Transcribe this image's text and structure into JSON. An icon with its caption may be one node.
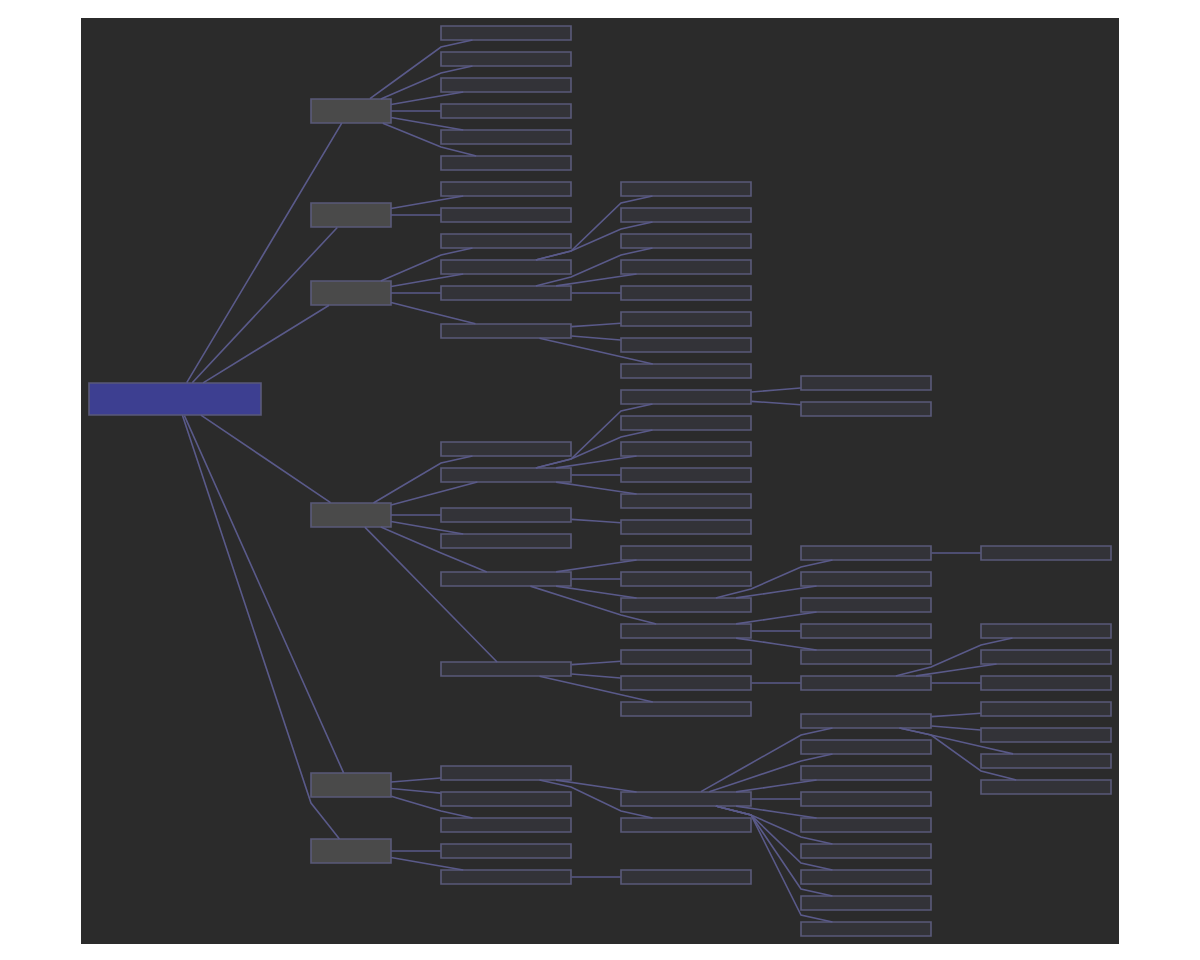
{
  "diagram": {
    "nodes": [
      {
        "text": [],
        "shape": "box"
      },
      {
        "text": [],
        "shape": "box"
      },
      {
        "text": [],
        "shape": "box"
      },
      {
        "text": [],
        "shape": "box"
      },
      {
        "text": [],
        "shape": "box"
      },
      {
        "text": [],
        "shape": "box"
      },
      {
        "text": [],
        "shape": "box"
      },
      {
        "text": [],
        "shape": "box"
      },
      {
        "text": [],
        "shape": "box"
      },
      {
        "text": [],
        "shape": "box"
      },
      {
        "text": [],
        "shape": "box"
      },
      {
        "text": [],
        "shape": "box"
      },
      {
        "text": [],
        "shape": "box"
      },
      {
        "text": [],
        "shape": "box"
      },
      {
        "text": [],
        "shape": "box"
      },
      {
        "text": [],
        "shape": "box"
      },
      {
        "text": [],
        "shape": "box"
      },
      {
        "text": [],
        "shape": "box"
      },
      {
        "text": [],
        "shape": "box"
      },
      {
        "text": [],
        "shape": "box"
      },
      {
        "text": [],
        "shape": "box"
      },
      {
        "text": [],
        "shape": "box"
      },
      {
        "text": [],
        "shape": "box"
      },
      {
        "text": [],
        "shape": "box"
      },
      {
        "text": [],
        "shape": "box"
      },
      {
        "text": [],
        "shape": "box"
      },
      {
        "text": [],
        "shape": "box"
      },
      {
        "text": [],
        "shape": "box"
      },
      {
        "text": [],
        "shape": "box"
      },
      {
        "text": [],
        "shape": "box"
      },
      {
        "text": [],
        "shape": "box"
      },
      {
        "text": [],
        "shape": "box"
      },
      {
        "text": [],
        "shape": "box"
      },
      {
        "text": [],
        "shape": "box"
      },
      {
        "text": [],
        "shape": "box"
      },
      {
        "text": [],
        "shape": "box"
      },
      {
        "text": [],
        "shape": "box"
      },
      {
        "text": [],
        "shape": "box"
      },
      {
        "text": [],
        "shape": "box"
      },
      {
        "text": [],
        "shape": "box"
      },
      {
        "text": [],
        "shape": "box"
      },
      {
        "text": [],
        "shape": "box"
      },
      {
        "text": [],
        "shape": "box"
      },
      {
        "text": [],
        "shape": "box"
      },
      {
        "text": [],
        "shape": "box"
      },
      {
        "text": [],
        "shape": "box"
      },
      {
        "text": [],
        "shape": "box"
      },
      {
        "text": [],
        "shape": "box"
      },
      {
        "text": [],
        "shape": "box"
      },
      {
        "text": [],
        "shape": "box"
      },
      {
        "text": [],
        "shape": "box"
      },
      {
        "text": [],
        "shape": "box"
      },
      {
        "text": [],
        "shape": "box"
      },
      {
        "text": [],
        "shape": "box"
      },
      {
        "text": [],
        "shape": "box"
      },
      {
        "text": [],
        "shape": "box"
      },
      {
        "text": [],
        "shape": "box"
      },
      {
        "text": [],
        "shape": "box"
      },
      {
        "text": [],
        "shape": "box"
      },
      {
        "text": [],
        "shape": "box"
      },
      {
        "text": [],
        "shape": "box"
      },
      {
        "text": [],
        "shape": "box"
      },
      {
        "text": [],
        "shape": "box"
      },
      {
        "text": [],
        "shape": "box"
      },
      {
        "text": [],
        "shape": "box"
      },
      {
        "text": [],
        "shape": "box"
      },
      {
        "text": [],
        "shape": "box"
      },
      {
        "text": [],
        "shape": "box"
      },
      {
        "text": [],
        "shape": "box"
      },
      {
        "text": [],
        "shape": "box"
      },
      {
        "text": [],
        "shape": "box"
      },
      {
        "text": [],
        "shape": "box"
      },
      {
        "text": [],
        "shape": "box"
      },
      {
        "text": [],
        "shape": "box"
      },
      {
        "text": [],
        "shape": "box"
      },
      {
        "text": [],
        "shape": "box"
      },
      {
        "text": [],
        "shape": "box"
      },
      {
        "text": [],
        "shape": "box"
      },
      {
        "text": [],
        "shape": "box"
      }
    ],
    "edges": [
      {
        "from": 0,
        "to": 1,
        "arrow": "none"
      },
      {
        "from": 1,
        "to": 2,
        "arrow": "none"
      },
      {
        "from": 1,
        "to": 3,
        "arrow": "none"
      },
      {
        "from": 1,
        "to": 4,
        "arrow": "none"
      },
      {
        "from": 1,
        "to": 5,
        "arrow": "none"
      },
      {
        "from": 1,
        "to": 6,
        "arrow": "none"
      },
      {
        "from": 1,
        "to": 7,
        "arrow": "none"
      },
      {
        "from": 0,
        "to": 8,
        "arrow": "none"
      },
      {
        "from": 8,
        "to": 9,
        "arrow": "none"
      },
      {
        "from": 8,
        "to": 10,
        "arrow": "none"
      },
      {
        "from": 0,
        "to": 11,
        "arrow": "none"
      },
      {
        "from": 11,
        "to": 12,
        "arrow": "none"
      },
      {
        "from": 11,
        "to": 13,
        "arrow": "none"
      },
      {
        "from": 13,
        "to": 14,
        "arrow": "none"
      },
      {
        "from": 13,
        "to": 15,
        "arrow": "none"
      },
      {
        "from": 11,
        "to": 16,
        "arrow": "none"
      },
      {
        "from": 16,
        "to": 17,
        "arrow": "none"
      },
      {
        "from": 16,
        "to": 18,
        "arrow": "none"
      },
      {
        "from": 16,
        "to": 19,
        "arrow": "none"
      },
      {
        "from": 11,
        "to": 20,
        "arrow": "none"
      },
      {
        "from": 20,
        "to": 21,
        "arrow": "none"
      },
      {
        "from": 20,
        "to": 22,
        "arrow": "none"
      },
      {
        "from": 20,
        "to": 23,
        "arrow": "none"
      },
      {
        "from": 0,
        "to": 24,
        "arrow": "none"
      },
      {
        "from": 24,
        "to": 25,
        "arrow": "none"
      },
      {
        "from": 24,
        "to": 26,
        "arrow": "none"
      },
      {
        "from": 26,
        "to": 27,
        "arrow": "none"
      },
      {
        "from": 26,
        "to": 28,
        "arrow": "none"
      },
      {
        "from": 26,
        "to": 29,
        "arrow": "none"
      },
      {
        "from": 26,
        "to": 30,
        "arrow": "none"
      },
      {
        "from": 26,
        "to": 31,
        "arrow": "none"
      },
      {
        "from": 27,
        "to": 32,
        "arrow": "none"
      },
      {
        "from": 27,
        "to": 33,
        "arrow": "none"
      },
      {
        "from": 24,
        "to": 34,
        "arrow": "none"
      },
      {
        "from": 34,
        "to": 35,
        "arrow": "none"
      },
      {
        "from": 24,
        "to": 36,
        "arrow": "none"
      },
      {
        "from": 24,
        "to": 37,
        "arrow": "none"
      },
      {
        "from": 37,
        "to": 38,
        "arrow": "none"
      },
      {
        "from": 37,
        "to": 39,
        "arrow": "none"
      },
      {
        "from": 37,
        "to": 40,
        "arrow": "none"
      },
      {
        "from": 37,
        "to": 41,
        "arrow": "none"
      },
      {
        "from": 41,
        "to": 42,
        "arrow": "none"
      },
      {
        "from": 41,
        "to": 43,
        "arrow": "none"
      },
      {
        "from": 41,
        "to": 44,
        "arrow": "none"
      },
      {
        "from": 40,
        "to": 45,
        "arrow": "none"
      },
      {
        "from": 40,
        "to": 46,
        "arrow": "none"
      },
      {
        "from": 45,
        "to": 47,
        "arrow": "none"
      },
      {
        "from": 24,
        "to": 48,
        "arrow": "none"
      },
      {
        "from": 48,
        "to": 49,
        "arrow": "none"
      },
      {
        "from": 48,
        "to": 50,
        "arrow": "none"
      },
      {
        "from": 48,
        "to": 51,
        "arrow": "none"
      },
      {
        "from": 50,
        "to": 52,
        "arrow": "none"
      },
      {
        "from": 52,
        "to": 53,
        "arrow": "none"
      },
      {
        "from": 52,
        "to": 54,
        "arrow": "none"
      },
      {
        "from": 52,
        "to": 55,
        "arrow": "none"
      },
      {
        "from": 0,
        "to": 56,
        "arrow": "none"
      },
      {
        "from": 56,
        "to": 57,
        "arrow": "none"
      },
      {
        "from": 56,
        "to": 58,
        "arrow": "none"
      },
      {
        "from": 56,
        "to": 59,
        "arrow": "none"
      },
      {
        "from": 57,
        "to": 60,
        "arrow": "none"
      },
      {
        "from": 57,
        "to": 61,
        "arrow": "none"
      },
      {
        "from": 60,
        "to": 62,
        "arrow": "none"
      },
      {
        "from": 60,
        "to": 63,
        "arrow": "none"
      },
      {
        "from": 60,
        "to": 64,
        "arrow": "none"
      },
      {
        "from": 60,
        "to": 65,
        "arrow": "none"
      },
      {
        "from": 60,
        "to": 66,
        "arrow": "none"
      },
      {
        "from": 60,
        "to": 67,
        "arrow": "none"
      },
      {
        "from": 60,
        "to": 68,
        "arrow": "none"
      },
      {
        "from": 60,
        "to": 69,
        "arrow": "none"
      },
      {
        "from": 60,
        "to": 70,
        "arrow": "none"
      },
      {
        "from": 62,
        "to": 71,
        "arrow": "none"
      },
      {
        "from": 62,
        "to": 72,
        "arrow": "none"
      },
      {
        "from": 62,
        "to": 73,
        "arrow": "none"
      },
      {
        "from": 62,
        "to": 74,
        "arrow": "none"
      },
      {
        "from": 0,
        "to": 75,
        "arrow": "none"
      },
      {
        "from": 75,
        "to": 76,
        "arrow": "none"
      },
      {
        "from": 75,
        "to": 77,
        "arrow": "none"
      },
      {
        "from": 77,
        "to": 78,
        "arrow": "none"
      }
    ]
  }
}
